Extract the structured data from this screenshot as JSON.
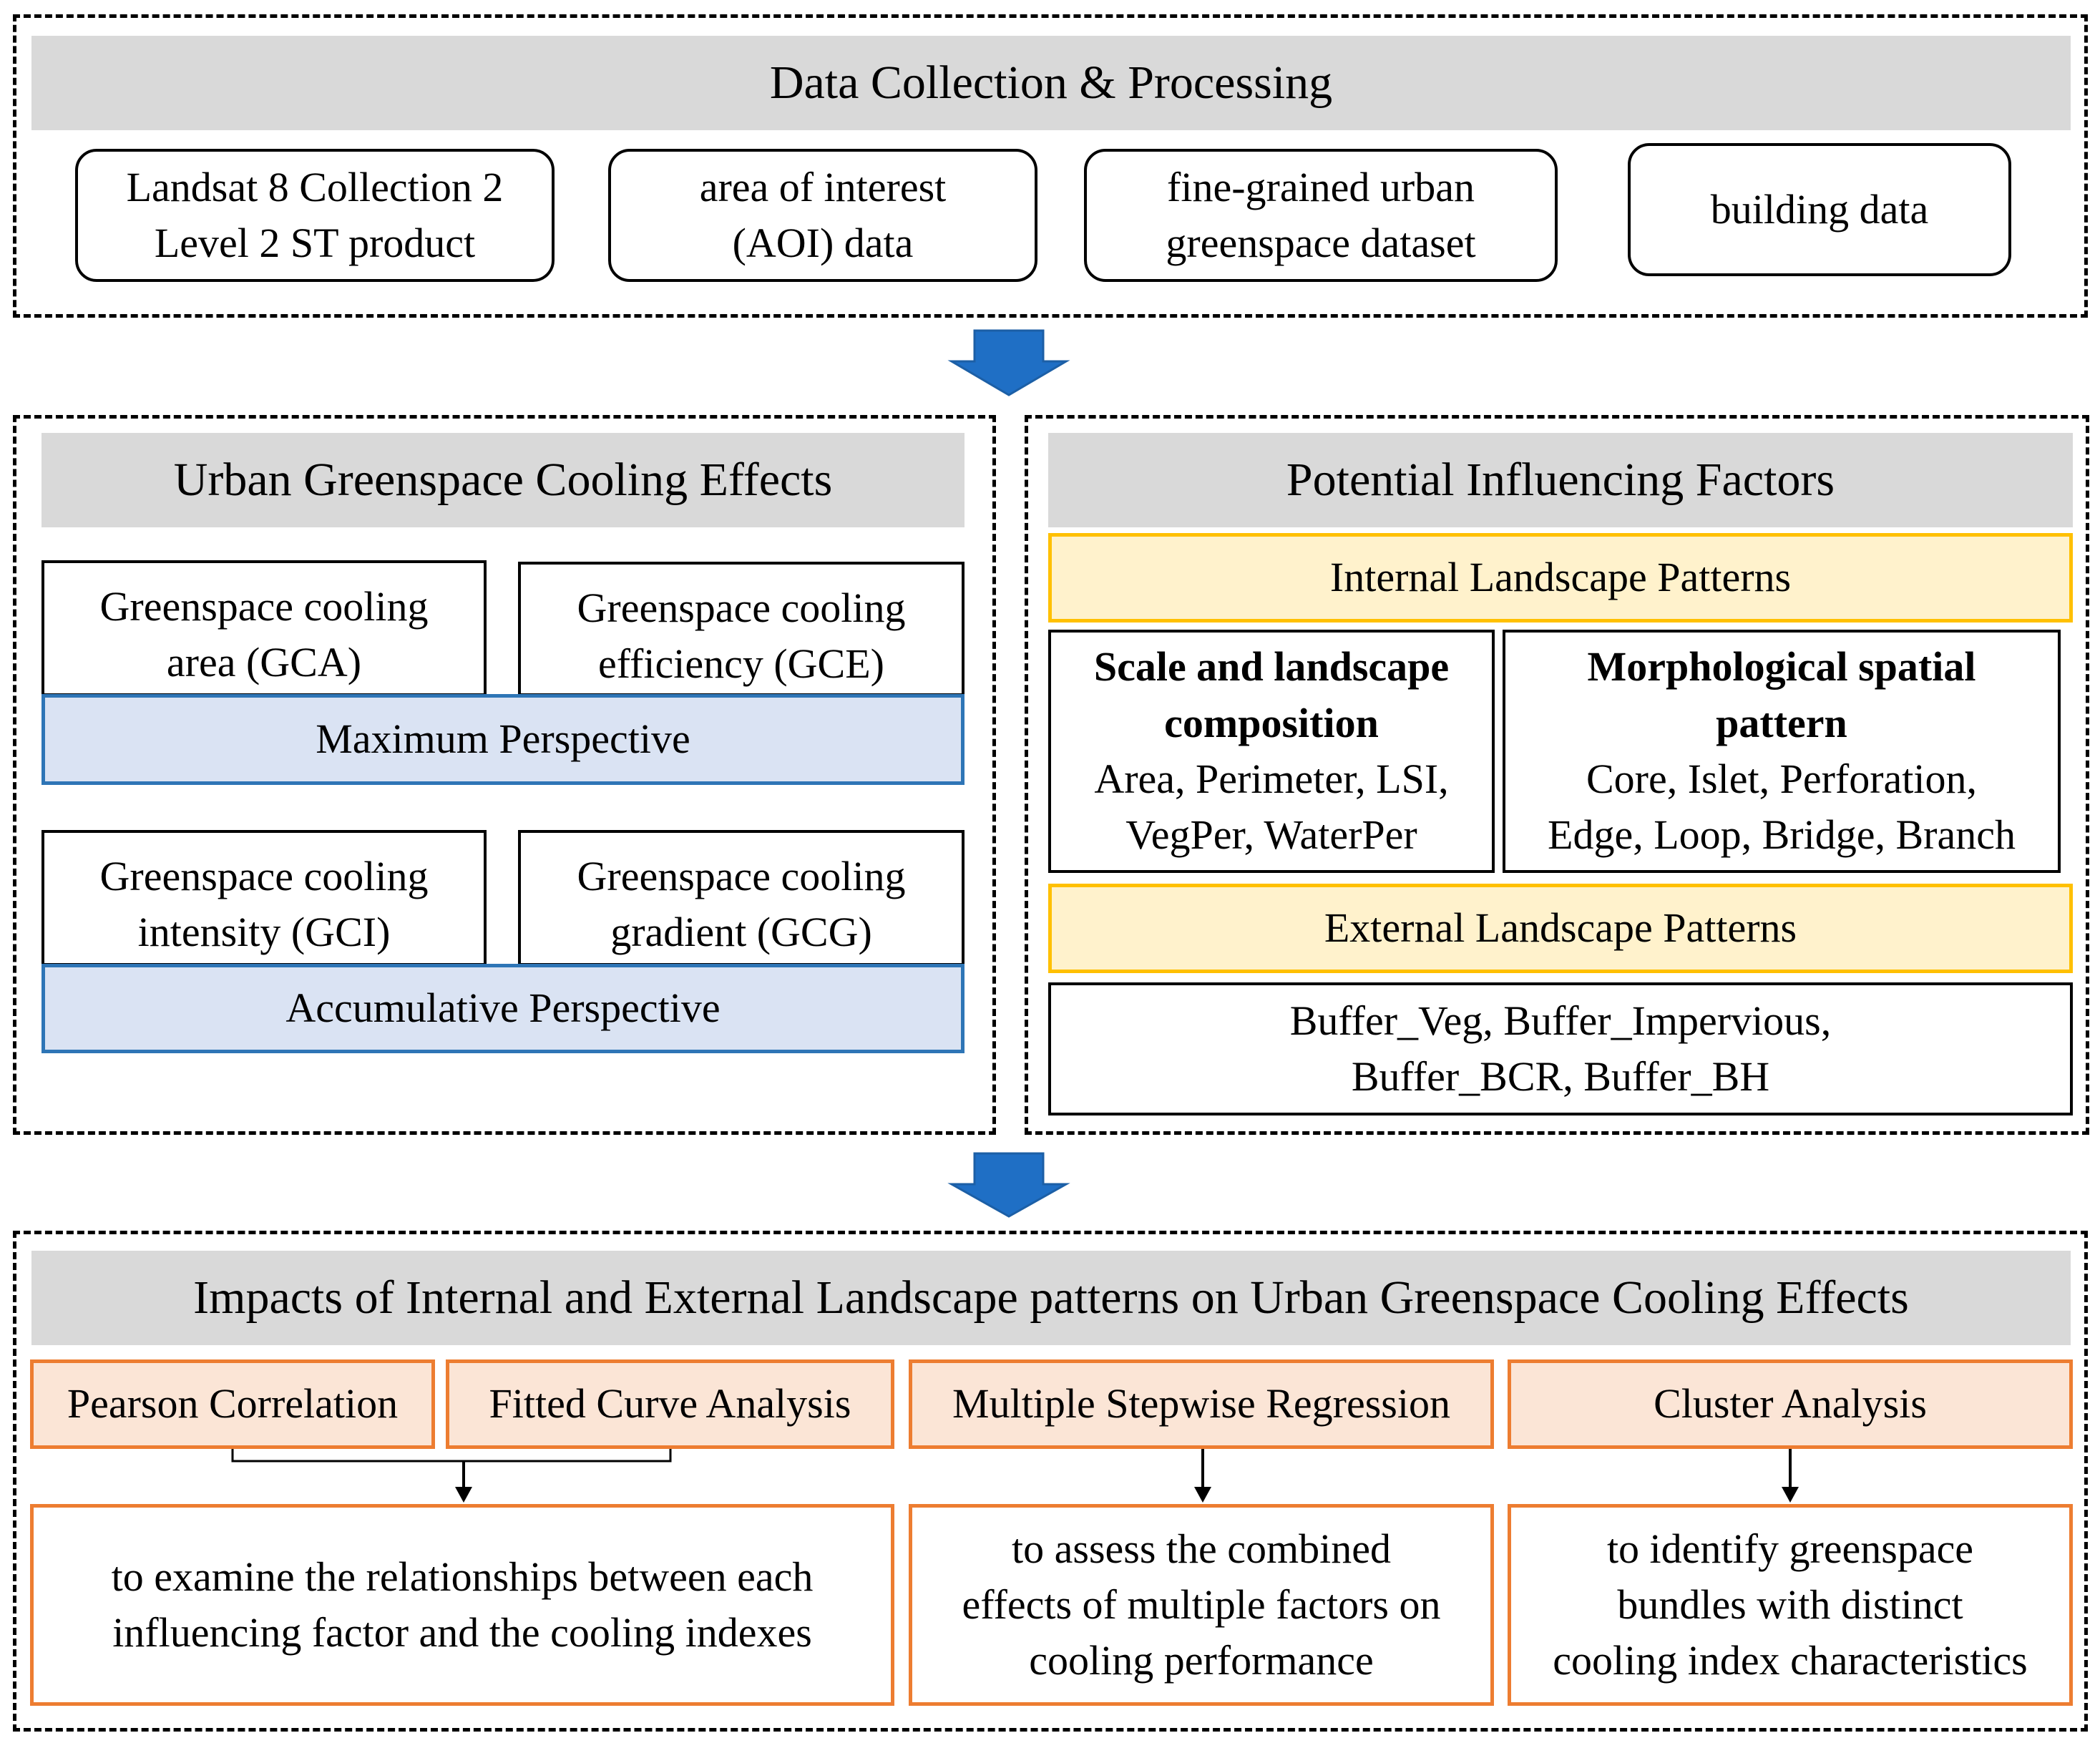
{
  "section1": {
    "title": "Data Collection & Processing",
    "boxes": [
      {
        "line1": "Landsat 8 Collection 2",
        "line2": "Level 2 ST product"
      },
      {
        "line1": "area of interest",
        "line2": "(AOI) data"
      },
      {
        "line1": "fine-grained urban",
        "line2": "greenspace dataset"
      },
      {
        "line1": "building data",
        "line2": ""
      }
    ]
  },
  "section2": {
    "title": "Urban Greenspace Cooling Effects",
    "gca": {
      "line1": "Greenspace cooling",
      "line2": "area (GCA)"
    },
    "gce": {
      "line1": "Greenspace cooling",
      "line2": "efficiency (GCE)"
    },
    "max_perspective": "Maximum Perspective",
    "gci": {
      "line1": "Greenspace cooling",
      "line2": "intensity (GCI)"
    },
    "gcg": {
      "line1": "Greenspace cooling",
      "line2": "gradient (GCG)"
    },
    "acc_perspective": "Accumulative Perspective"
  },
  "section3": {
    "title": "Potential Influencing Factors",
    "internal": "Internal Landscape Patterns",
    "scale": {
      "title1": "Scale and landscape",
      "title2": "composition",
      "line1": "Area, Perimeter, LSI,",
      "line2": "VegPer, WaterPer"
    },
    "morph": {
      "title1": "Morphological spatial",
      "title2": "pattern",
      "line1": "Core, Islet, Perforation,",
      "line2": "Edge, Loop, Bridge, Branch"
    },
    "external": "External Landscape Patterns",
    "buffer": {
      "line1": "Buffer_Veg, Buffer_Impervious,",
      "line2": "Buffer_BCR, Buffer_BH"
    }
  },
  "section4": {
    "title": "Impacts of Internal and External Landscape patterns on Urban Greenspace Cooling Effects",
    "methods": [
      "Pearson Correlation",
      "Fitted Curve Analysis",
      "Multiple Stepwise Regression",
      "Cluster Analysis"
    ],
    "purpose1": {
      "line1": "to examine the relationships between each",
      "line2": "influencing factor and the cooling indexes"
    },
    "purpose2": {
      "line1": "to assess the combined",
      "line2": "effects of multiple factors on",
      "line3": "cooling performance"
    },
    "purpose3": {
      "line1": "to identify greenspace",
      "line2": "bundles with distinct",
      "line3": "cooling index characteristics"
    }
  },
  "colors": {
    "header_gray": "#d9d9d9",
    "blue_fill": "#dae3f3",
    "blue_border": "#2e75b6",
    "yellow_fill": "#fff2cc",
    "yellow_border": "#ffc000",
    "orange_fill": "#fbe5d6",
    "orange_border": "#ed7d31",
    "arrow": "#1f6fc5"
  }
}
